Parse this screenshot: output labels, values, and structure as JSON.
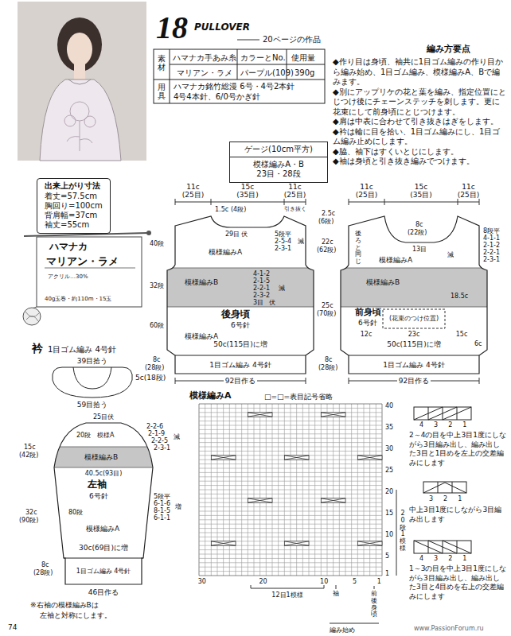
{
  "diagram": {
    "title": "18",
    "nodes": [
      {
        "text": [
          "ゲージ(10cm平方)",
          "模様編みA・B",
          "23目・28段"
        ]
      },
      {
        "text": [
          "出来上がり寸法",
          "着丈=57.5cm",
          "胸回り=100cm",
          "背肩幅=37cm",
          "袖丈=55cm"
        ]
      },
      {
        "text": [
          "後身頃",
          "6号針"
        ]
      },
      {
        "text": [
          "前身頃",
          "6号針"
        ]
      },
      {
        "text": [
          "左袖",
          "6号針"
        ]
      }
    ],
    "labels": [
      "PULLOVER",
      "20ページの作品",
      "素材",
      "ハマナカ手あみ糸",
      "カラーとNo.",
      "使用量",
      "マリアン・ラメ",
      "パープル(109)",
      "390g",
      "用具",
      "ハマナカ銘竹総漫 6号・4号2本針",
      "4号4本針、6/0号かぎ針",
      "編み方要点",
      "◆作り目は身頃、袖共に1目ゴム編みの作り目から編み始め、1目ゴム編み、模様編みA、Bで編みます。",
      "◆別にアップリケの花と葉を編み、指定位置にとじつけ後にチェーンステッチを刺します。更に花束にして前身頃にとじつけます。",
      "◆肩は中表に合わせて引き抜きはぎをします。",
      "◆衿は輪に目を拾い、1目ゴム編みにし、1目ゴム編み止めにします。",
      "◆脇、袖下はすくいとじにします。",
      "◆袖は身頃と引き抜き編みでつけます。",
      "ハマナカ",
      "マリアン・ラメ",
      "アクリル…30%",
      "40g玉巻・約110m・15玉",
      "衿",
      "1目ゴム編み 4号針",
      "39目拾う",
      "5c(18段)",
      "59目拾う",
      "11c",
      "(25目)",
      "15c",
      "(35目)",
      "11c",
      "(25目)",
      "1.5c",
      "(4段)",
      "引き抜く",
      "29目",
      "伏",
      "5段平",
      "2-5-4",
      "2-3-1",
      "減",
      "40段",
      "32段",
      "60段",
      "模様編みA",
      "模様編みB",
      "4-1-2",
      "2-1-5",
      "2-2-1",
      "2-3-2",
      "3目",
      "伏",
      "減",
      "模様編みA",
      "50c(115目)に増",
      "8c",
      "(28段)",
      "1目ゴム編み 4号針",
      "92目作る",
      "11c",
      "(25目)",
      "15c",
      "(35目)",
      "11c",
      "(25目)",
      "2.5c",
      "(6段)",
      "8c",
      "(22段)",
      "13目",
      "8段平",
      "4-1-1",
      "2-1-2",
      "2-2-1",
      "2-3-1",
      "減",
      "後ろと同じ",
      "22c",
      "(62段)",
      "25c",
      "(70段)",
      "8c",
      "(28段)",
      "模様編みA",
      "模様編みB",
      "18.5c",
      "(花束のつけ位置)",
      "12c",
      "23c",
      "15c",
      "6c",
      "50c(115目)に増",
      "1目ゴム編み 4号針",
      "92目作る",
      "25目伏",
      "20段",
      "模様A",
      "2-2-6",
      "2-1-9",
      "2-2-5",
      "2-3-1",
      "減",
      "15c",
      "(42段)",
      "模様編みB",
      "40.5c(93目)",
      "32c",
      "(90段)",
      "80段",
      "模様編みA",
      "5段平",
      "6-1-6",
      "8-1-5",
      "6-1-1",
      "増",
      "30c(69目)に増",
      "8c",
      "(28段)",
      "1目ゴム編み 4号針",
      "46目作る",
      "※右袖の模様編みBは",
      "左袖と対称にします。",
      "74",
      "模様編みA",
      "□=□=表目記号省略",
      "40",
      "35",
      "30",
      "25",
      "20",
      "15",
      "10",
      "5",
      "1",
      "30",
      "20",
      "10",
      "5",
      "1",
      "12目1模様",
      "袖",
      "前後身頃",
      "編み始め",
      "20段1模様",
      "4321",
      "321",
      "4321",
      "www.PassionForum.ru"
    ],
    "legend": [
      {
        "text": "2～4の目を中上3目1度にしながら3目編み出し、編み出した3目と1目めを左上の交差編みにします"
      },
      {
        "text": "中上3目1度にしながら3目編み出します"
      },
      {
        "text": "1～3の目を中上3目1度にしながら3目編み出し、編み出した3目と4目めを右上の交差編みにします"
      }
    ]
  }
}
